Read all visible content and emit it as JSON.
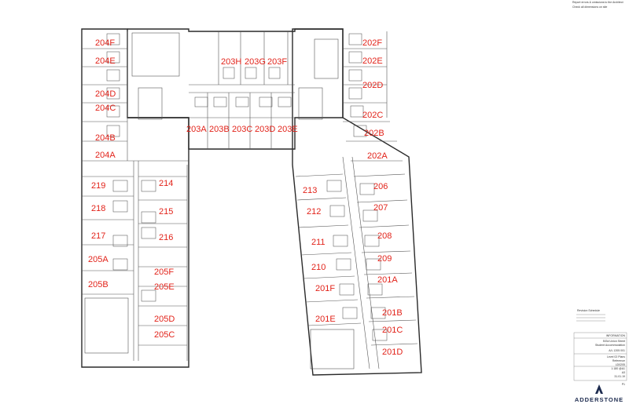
{
  "header_notes": {
    "line1": "Report errors & omissions to the Architect",
    "line2": "Check all dimensions on site"
  },
  "rooms": [
    {
      "id": "204F"
    },
    {
      "id": "204E"
    },
    {
      "id": "204D"
    },
    {
      "id": "204C"
    },
    {
      "id": "204B"
    },
    {
      "id": "204A"
    },
    {
      "id": "219"
    },
    {
      "id": "218"
    },
    {
      "id": "217"
    },
    {
      "id": "205A"
    },
    {
      "id": "205B"
    },
    {
      "id": "214"
    },
    {
      "id": "215"
    },
    {
      "id": "216"
    },
    {
      "id": "205F"
    },
    {
      "id": "205E"
    },
    {
      "id": "205D"
    },
    {
      "id": "205C"
    },
    {
      "id": "203H"
    },
    {
      "id": "203G"
    },
    {
      "id": "203F"
    },
    {
      "id": "203A"
    },
    {
      "id": "203B"
    },
    {
      "id": "203C"
    },
    {
      "id": "203D"
    },
    {
      "id": "203E"
    },
    {
      "id": "202F"
    },
    {
      "id": "202E"
    },
    {
      "id": "202D"
    },
    {
      "id": "202C"
    },
    {
      "id": "202B"
    },
    {
      "id": "202A"
    },
    {
      "id": "213"
    },
    {
      "id": "212"
    },
    {
      "id": "211"
    },
    {
      "id": "210"
    },
    {
      "id": "206"
    },
    {
      "id": "207"
    },
    {
      "id": "208"
    },
    {
      "id": "209"
    },
    {
      "id": "201F"
    },
    {
      "id": "201E"
    },
    {
      "id": "201A"
    },
    {
      "id": "201B"
    },
    {
      "id": "201C"
    },
    {
      "id": "201D"
    }
  ],
  "revisions_label": "Revision Schedule",
  "title_block": {
    "status": "INFORMATION",
    "project_line1": "503d Union Street",
    "project_line2": "Student Accommodation",
    "project_no": "A/L 1205 001",
    "drawing_line1": "Level 02 Plans",
    "drawing_line2": "Reference",
    "drawing_no": "LD0205",
    "scale": "1:180 @A1",
    "size": "A3",
    "date": "31.01.19",
    "revision": "P1"
  },
  "brand": {
    "name": "ADDERSTONE",
    "color": "#1d2b4f"
  },
  "colors": {
    "label": "#e2231a",
    "wall": "#2a2a2a"
  }
}
